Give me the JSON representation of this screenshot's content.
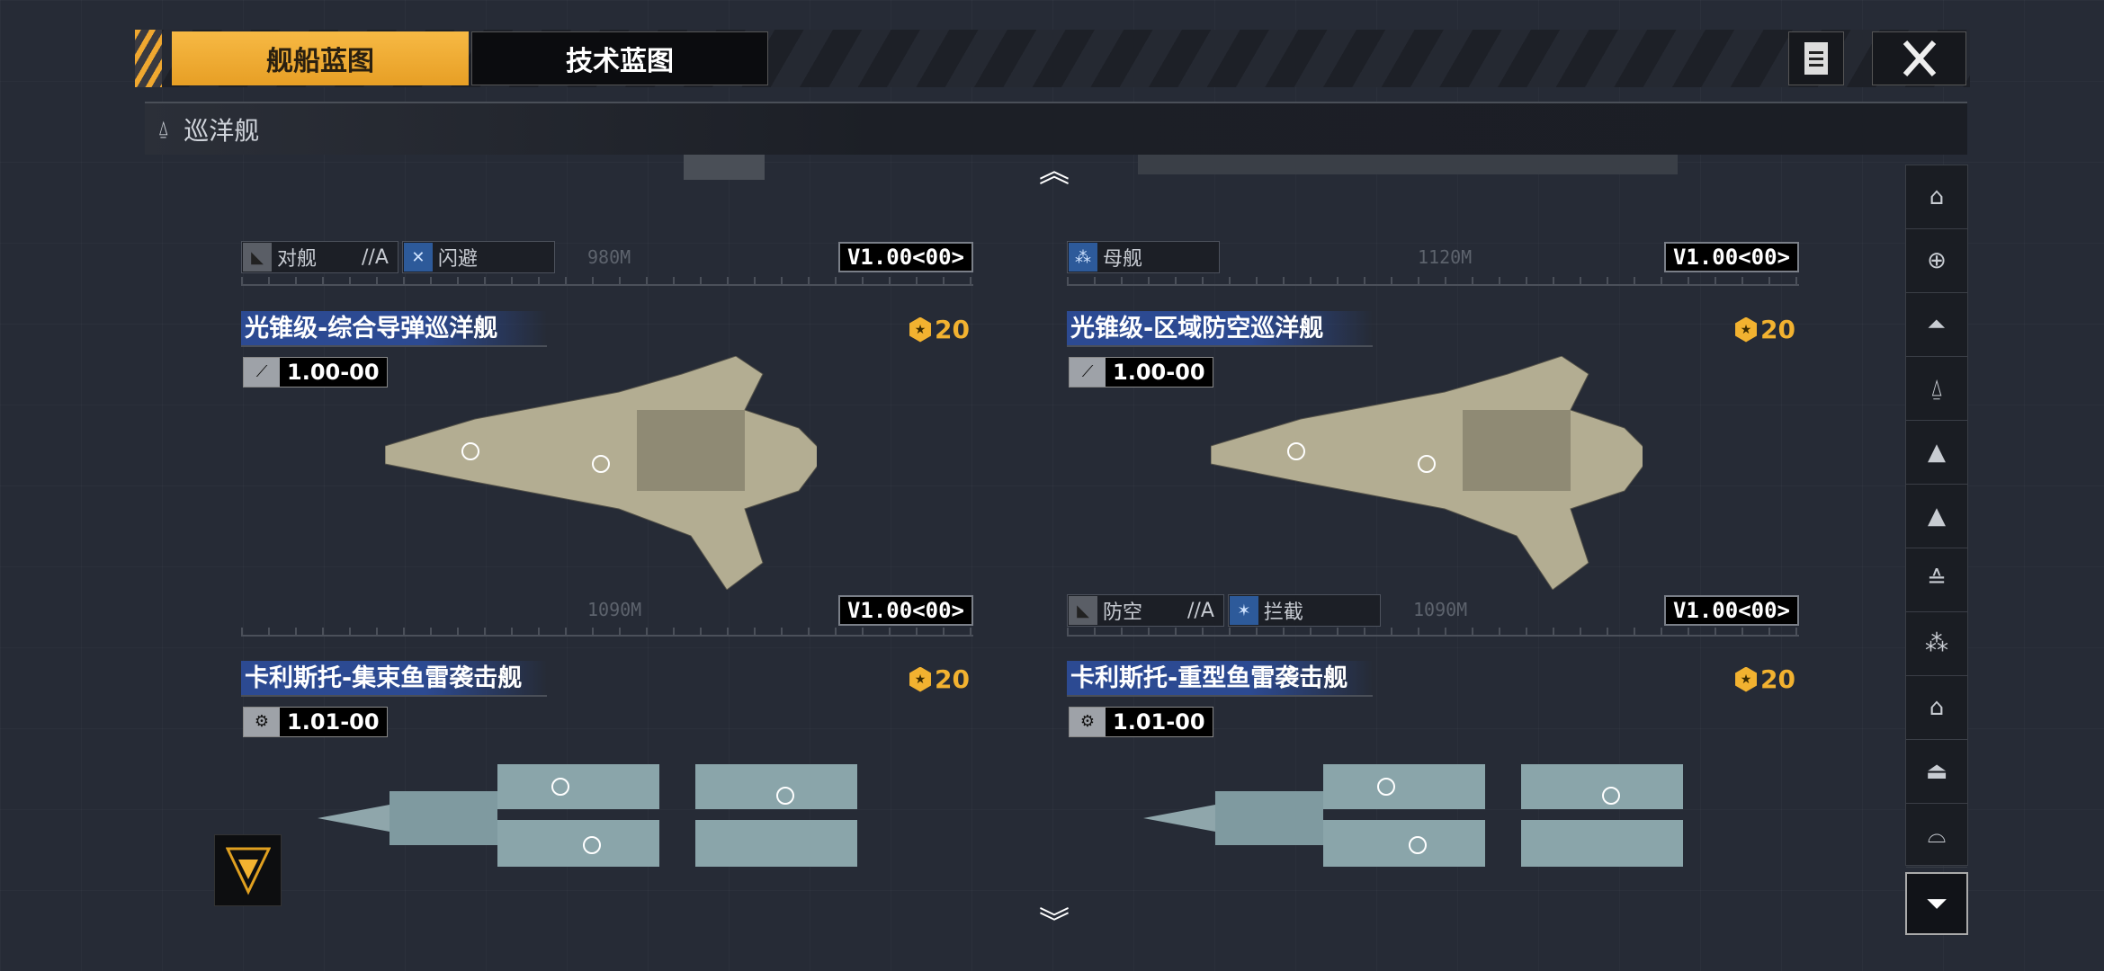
{
  "tabs": [
    {
      "label": "舰船蓝图",
      "active": true
    },
    {
      "label": "技术蓝图",
      "active": false
    }
  ],
  "toolbar": {
    "doc_icon": "document-icon",
    "close_icon": "close-icon"
  },
  "category": {
    "icon": "cruiser-icon",
    "label": "巡洋舰"
  },
  "top_row": [
    {
      "tags": [
        {
          "icon": "anti-ship-icon",
          "label": "对舰"
        },
        {
          "label": "//A"
        },
        {
          "icon": "evade-icon",
          "label": "闪避"
        }
      ],
      "distance": "980M",
      "version": "V1.00<00>"
    },
    {
      "tags": [
        {
          "icon": "carrier-icon",
          "label": "母舰"
        }
      ],
      "distance": "1120M",
      "version": "V1.00<00>"
    }
  ],
  "cards": [
    {
      "title": "光锥级-综合导弹巡洋舰",
      "cost": "20",
      "ver_code": "1.00-00",
      "tags": [],
      "distance": "1090M",
      "version": "V1.00<00>"
    },
    {
      "title": "光锥级-区域防空巡洋舰",
      "cost": "20",
      "ver_code": "1.00-00",
      "tags": [
        {
          "icon": "anti-air-icon",
          "label": "防空"
        },
        {
          "label": "//A"
        },
        {
          "icon": "intercept-icon",
          "label": "拦截"
        }
      ],
      "distance": "1090M",
      "version": "V1.00<00>"
    },
    {
      "title": "卡利斯托-集束鱼雷袭击舰",
      "cost": "20",
      "ver_code": "1.01-00"
    },
    {
      "title": "卡利斯托-重型鱼雷袭击舰",
      "cost": "20",
      "ver_code": "1.01-00"
    }
  ],
  "sidebar": [
    "frigate-icon",
    "destroyer-icon",
    "cruiser-heavy-icon",
    "cruiser-icon",
    "battlecruiser-icon",
    "battleship-icon",
    "carrier-icon",
    "auxiliary-icon",
    "station-icon",
    "corvette-icon",
    "support-icon"
  ],
  "colors": {
    "accent": "#f0a830",
    "title_bg": "#2c4a92",
    "cost": "#f2b230"
  }
}
